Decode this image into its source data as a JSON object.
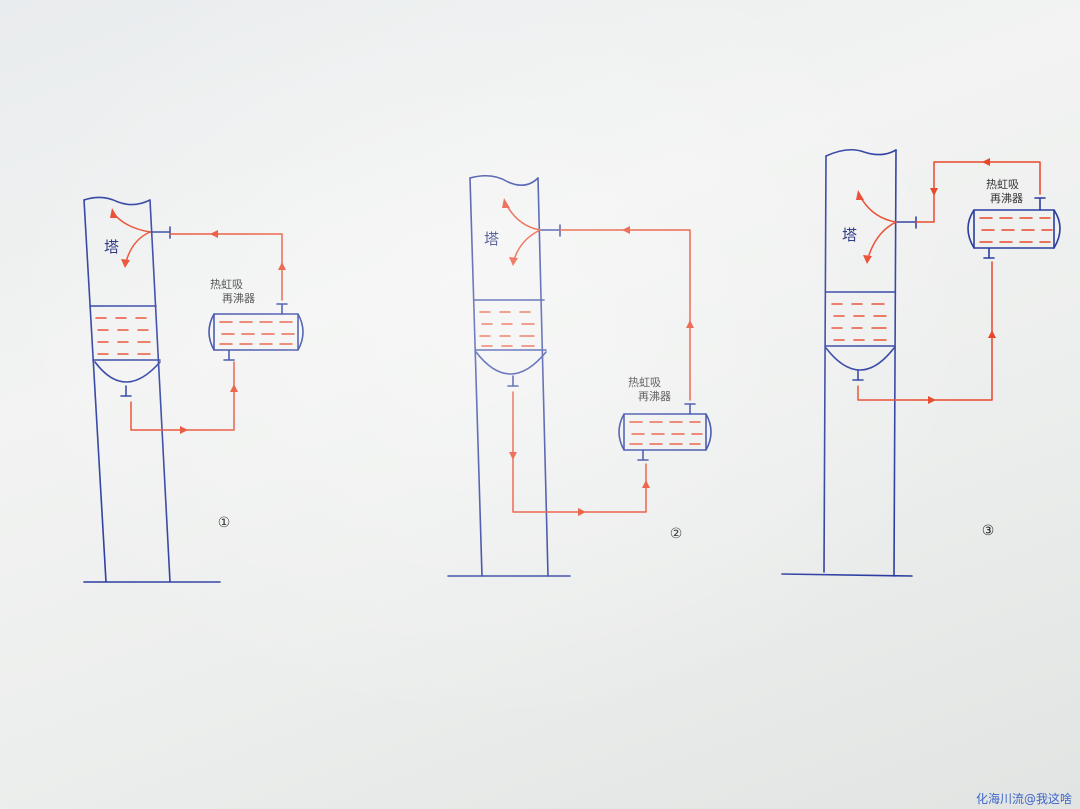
{
  "diagrams": [
    {
      "tower_label": "塔",
      "reboiler_label_line1": "热虹吸",
      "reboiler_label_line2": "再沸器",
      "number": "①"
    },
    {
      "tower_label": "塔",
      "reboiler_label_line1": "热虹吸",
      "reboiler_label_line2": "再沸器",
      "number": "②"
    },
    {
      "tower_label": "塔",
      "reboiler_label_line1": "热虹吸",
      "reboiler_label_line2": "再沸器",
      "number": "③"
    }
  ],
  "watermark": "化海川流@我这啥",
  "colors": {
    "vessel": "#2b3da0",
    "flow": "#e8472a"
  }
}
